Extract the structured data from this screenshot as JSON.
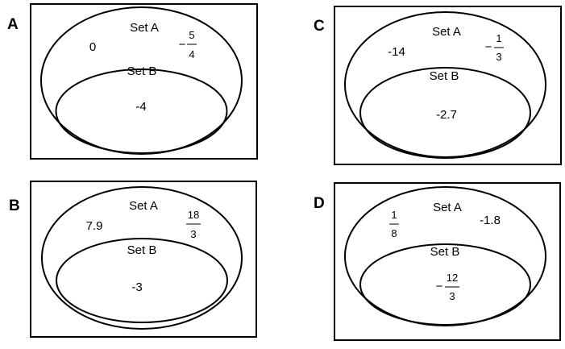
{
  "panels": [
    {
      "letter": "A",
      "set_a_label": "Set A",
      "set_b_label": "Set B",
      "a_values": [
        {
          "type": "number",
          "text": "0"
        },
        {
          "type": "fraction",
          "sign": "−",
          "num": "5",
          "den": "4"
        }
      ],
      "b_values": [
        {
          "type": "number",
          "text": "-4"
        }
      ]
    },
    {
      "letter": "B",
      "set_a_label": "Set A",
      "set_b_label": "Set B",
      "a_values": [
        {
          "type": "number",
          "text": "7.9"
        },
        {
          "type": "fraction",
          "sign": "",
          "num": "18",
          "den": "3"
        }
      ],
      "b_values": [
        {
          "type": "number",
          "text": "-3"
        }
      ]
    },
    {
      "letter": "C",
      "set_a_label": "Set A",
      "set_b_label": "Set B",
      "a_values": [
        {
          "type": "number",
          "text": "-14"
        },
        {
          "type": "fraction",
          "sign": "−",
          "num": "1",
          "den": "3"
        }
      ],
      "b_values": [
        {
          "type": "number",
          "text": "-2.7"
        }
      ]
    },
    {
      "letter": "D",
      "set_a_label": "Set A",
      "set_b_label": "Set B",
      "a_values": [
        {
          "type": "fraction",
          "sign": "",
          "num": "1",
          "den": "8"
        },
        {
          "type": "number",
          "text": "-1.8"
        }
      ],
      "b_values": [
        {
          "type": "fraction",
          "sign": "−",
          "num": "12",
          "den": "3"
        }
      ]
    }
  ]
}
